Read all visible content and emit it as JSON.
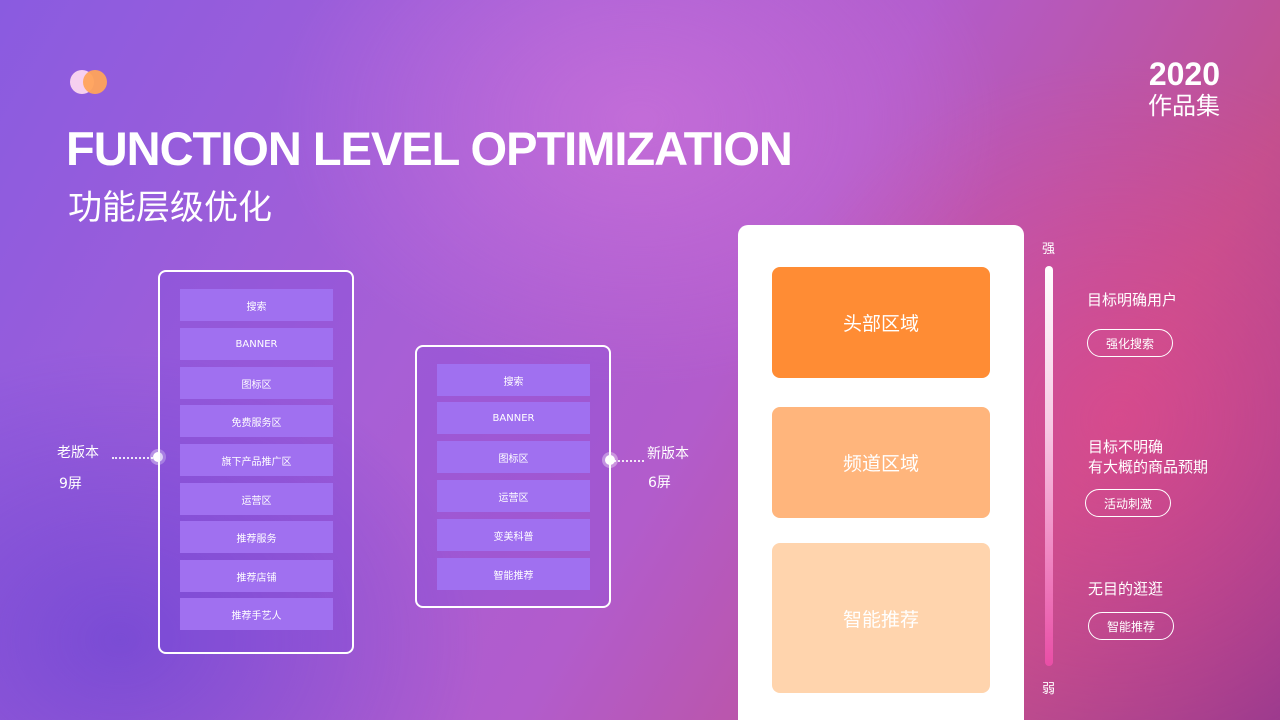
{
  "header": {
    "title": "FUNCTION LEVEL OPTIMIZATION",
    "subtitle": "功能层级优化",
    "year": "2020",
    "collection": "作品集"
  },
  "old_version": {
    "label": "老版本",
    "screens": "9屏",
    "items": [
      "搜索",
      "BANNER",
      "图标区",
      "免费服务区",
      "旗下产品推广区",
      "运营区",
      "推荐服务",
      "推荐店铺",
      "推荐手艺人"
    ]
  },
  "new_version": {
    "label": "新版本",
    "screens": "6屏",
    "items": [
      "搜索",
      "BANNER",
      "图标区",
      "运营区",
      "变美科普",
      "智能推荐"
    ]
  },
  "zones": [
    "头部区域",
    "频道区域",
    "智能推荐"
  ],
  "scale": {
    "strong": "强",
    "weak": "弱"
  },
  "users": [
    {
      "desc": "目标明确用户",
      "action": "强化搜索"
    },
    {
      "desc_line1": "目标不明确",
      "desc_line2": "有大概的商品预期",
      "action": "活动刺激"
    },
    {
      "desc": "无目的逛逛",
      "action": "智能推荐"
    }
  ],
  "colors": {
    "zone1": "#ff8c34",
    "zone2": "#ffb57c",
    "zone3": "#ffd4ad",
    "item": "#a070f0"
  }
}
